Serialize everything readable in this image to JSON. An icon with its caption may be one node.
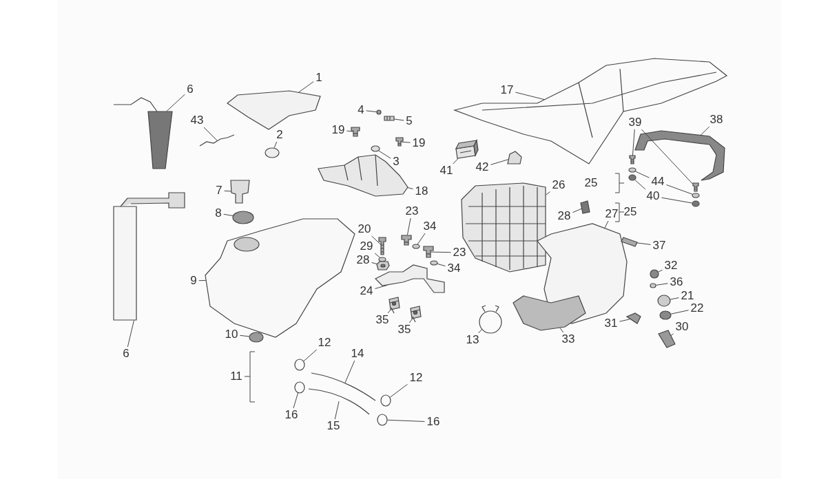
{
  "diagram": {
    "nodes": [
      {
        "text": [
          "1"
        ]
      },
      {
        "text": [
          "6"
        ]
      },
      {
        "text": [
          "17"
        ]
      },
      {
        "text": [
          "4"
        ]
      },
      {
        "text": [
          "5"
        ]
      },
      {
        "text": [
          "38"
        ]
      },
      {
        "text": [
          "39"
        ]
      },
      {
        "text": [
          "43"
        ]
      },
      {
        "text": [
          "2"
        ]
      },
      {
        "text": [
          "19"
        ]
      },
      {
        "text": [
          "19"
        ]
      },
      {
        "text": [
          "3"
        ]
      },
      {
        "text": [
          "41"
        ]
      },
      {
        "text": [
          "42"
        ]
      },
      {
        "text": [
          "44"
        ]
      },
      {
        "text": [
          "7"
        ]
      },
      {
        "text": [
          "18"
        ]
      },
      {
        "text": [
          "26"
        ]
      },
      {
        "text": [
          "40"
        ]
      },
      {
        "text": [
          "8"
        ]
      },
      {
        "text": [
          "28"
        ]
      },
      {
        "text": [
          "27"
        ]
      },
      {
        "text": [
          "23"
        ]
      },
      {
        "text": [
          "20"
        ]
      },
      {
        "text": [
          "34"
        ]
      },
      {
        "text": [
          "29"
        ]
      },
      {
        "text": [
          "23"
        ]
      },
      {
        "text": [
          "37"
        ]
      },
      {
        "text": [
          "28"
        ]
      },
      {
        "text": [
          "34"
        ]
      },
      {
        "text": [
          "9"
        ]
      },
      {
        "text": [
          "32"
        ]
      },
      {
        "text": [
          "36"
        ]
      },
      {
        "text": [
          "24"
        ]
      },
      {
        "text": [
          "21"
        ]
      },
      {
        "text": [
          "35"
        ]
      },
      {
        "text": [
          "22"
        ]
      },
      {
        "text": [
          "35"
        ]
      },
      {
        "text": [
          "13"
        ]
      },
      {
        "text": [
          "33"
        ]
      },
      {
        "text": [
          "31"
        ]
      },
      {
        "text": [
          "30"
        ]
      },
      {
        "text": [
          "6"
        ]
      },
      {
        "text": [
          "10"
        ]
      },
      {
        "text": [
          "12"
        ]
      },
      {
        "text": [
          "14"
        ]
      },
      {
        "text": [
          "12"
        ]
      },
      {
        "text": [
          "16"
        ]
      },
      {
        "text": [
          "15"
        ]
      },
      {
        "text": [
          "16"
        ]
      },
      {
        "text": [],
        "shape": "picture"
      },
      {
        "text": [],
        "shape": "picture"
      },
      {
        "text": [],
        "shape": "picture"
      },
      {
        "text": [],
        "shape": "picture"
      },
      {
        "text": [],
        "shape": "picture"
      },
      {
        "text": [],
        "shape": "picture"
      },
      {
        "text": [],
        "shape": "picture"
      },
      {
        "text": [],
        "shape": "picture"
      },
      {
        "text": [],
        "shape": "picture"
      },
      {
        "text": [],
        "shape": "picture"
      },
      {
        "text": [],
        "shape": "picture"
      },
      {
        "text": [],
        "shape": "picture"
      },
      {
        "text": [],
        "shape": "picture"
      },
      {
        "text": [],
        "shape": "picture"
      },
      {
        "text": [],
        "shape": "picture"
      },
      {
        "text": [],
        "shape": "picture"
      },
      {
        "text": [],
        "shape": "picture"
      },
      {
        "text": [],
        "shape": "picture"
      },
      {
        "text": [],
        "shape": "picture"
      },
      {
        "text": [],
        "shape": "picture"
      },
      {
        "text": [],
        "shape": "picture"
      },
      {
        "text": [],
        "shape": "picture"
      },
      {
        "text": [],
        "shape": "picture"
      },
      {
        "text": [],
        "shape": "picture"
      },
      {
        "text": [],
        "shape": "picture"
      },
      {
        "text": [],
        "shape": "picture"
      },
      {
        "text": [],
        "shape": "picture"
      },
      {
        "text": [],
        "shape": "picture"
      },
      {
        "text": [],
        "shape": "picture"
      },
      {
        "text": [],
        "shape": "picture"
      },
      {
        "text": [],
        "shape": "picture"
      },
      {
        "text": [],
        "shape": "picture"
      },
      {
        "text": [],
        "shape": "picture"
      },
      {
        "text": [],
        "shape": "picture"
      },
      {
        "text": [],
        "shape": "picture"
      },
      {
        "text": [],
        "shape": "picture"
      },
      {
        "text": [],
        "shape": "picture"
      },
      {
        "text": [],
        "shape": "picture"
      },
      {
        "text": [],
        "shape": "picture"
      },
      {
        "text": [],
        "shape": "picture"
      },
      {
        "text": [],
        "shape": "picture"
      },
      {
        "text": [],
        "shape": "picture"
      },
      {
        "text": [],
        "shape": "picture"
      },
      {
        "text": [],
        "shape": "picture"
      },
      {
        "text": [],
        "shape": "picture"
      },
      {
        "text": [],
        "shape": "picture"
      },
      {
        "text": [],
        "shape": "picture"
      },
      {
        "text": [],
        "shape": "picture"
      },
      {
        "text": [],
        "shape": "picture"
      },
      {
        "text": [],
        "shape": "picture"
      },
      {
        "text": [],
        "shape": "picture"
      },
      {
        "text": [],
        "shape": "picture"
      },
      {
        "text": [],
        "shape": "picture"
      }
    ],
    "edges": [
      {
        "from": 0,
        "to": 50,
        "arrow": "none"
      },
      {
        "from": 1,
        "to": 51,
        "arrow": "none"
      },
      {
        "from": 2,
        "to": 52,
        "arrow": "none"
      },
      {
        "from": 3,
        "to": 53,
        "arrow": "none"
      },
      {
        "from": 4,
        "to": 54,
        "arrow": "none"
      },
      {
        "from": 5,
        "to": 55,
        "arrow": "none"
      },
      {
        "from": 6,
        "to": 56,
        "arrow": "none"
      },
      {
        "from": 6,
        "to": 57,
        "arrow": "none"
      },
      {
        "from": 7,
        "to": 58,
        "arrow": "none"
      },
      {
        "from": 8,
        "to": 59,
        "arrow": "none"
      },
      {
        "from": 9,
        "to": 60,
        "arrow": "none"
      },
      {
        "from": 10,
        "to": 61,
        "arrow": "none"
      },
      {
        "from": 11,
        "to": 62,
        "arrow": "none"
      },
      {
        "from": 12,
        "to": 63,
        "arrow": "none"
      },
      {
        "from": 13,
        "to": 64,
        "arrow": "none"
      },
      {
        "from": 14,
        "to": 65,
        "arrow": "none"
      },
      {
        "from": 14,
        "to": 66,
        "arrow": "none"
      },
      {
        "from": 15,
        "to": 67,
        "arrow": "none"
      },
      {
        "from": 16,
        "to": 68,
        "arrow": "none"
      },
      {
        "from": 17,
        "to": 69,
        "arrow": "none"
      },
      {
        "from": 18,
        "to": 70,
        "arrow": "none"
      },
      {
        "from": 18,
        "to": 71,
        "arrow": "none"
      },
      {
        "from": 19,
        "to": 72,
        "arrow": "none"
      },
      {
        "from": 20,
        "to": 73,
        "arrow": "none"
      },
      {
        "from": 21,
        "to": 74,
        "arrow": "none"
      },
      {
        "from": 22,
        "to": 75,
        "arrow": "none"
      },
      {
        "from": 23,
        "to": 76,
        "arrow": "none"
      },
      {
        "from": 24,
        "to": 77,
        "arrow": "none"
      },
      {
        "from": 25,
        "to": 78,
        "arrow": "none"
      },
      {
        "from": 26,
        "to": 79,
        "arrow": "none"
      },
      {
        "from": 27,
        "to": 80,
        "arrow": "none"
      },
      {
        "from": 28,
        "to": 81,
        "arrow": "none"
      },
      {
        "from": 29,
        "to": 82,
        "arrow": "none"
      },
      {
        "from": 30,
        "to": 83,
        "arrow": "none"
      },
      {
        "from": 31,
        "to": 84,
        "arrow": "none"
      },
      {
        "from": 32,
        "to": 85,
        "arrow": "none"
      },
      {
        "from": 33,
        "to": 86,
        "arrow": "none"
      },
      {
        "from": 34,
        "to": 87,
        "arrow": "none"
      },
      {
        "from": 35,
        "to": 88,
        "arrow": "none"
      },
      {
        "from": 36,
        "to": 89,
        "arrow": "none"
      },
      {
        "from": 37,
        "to": 90,
        "arrow": "none"
      },
      {
        "from": 38,
        "to": 91,
        "arrow": "none"
      },
      {
        "from": 39,
        "to": 92,
        "arrow": "none"
      },
      {
        "from": 40,
        "to": 93,
        "arrow": "none"
      },
      {
        "from": 41,
        "to": 94,
        "arrow": "none"
      },
      {
        "from": 42,
        "to": 95,
        "arrow": "none"
      },
      {
        "from": 43,
        "to": 96,
        "arrow": "none"
      },
      {
        "from": 44,
        "to": 97,
        "arrow": "none"
      },
      {
        "from": 45,
        "to": 98,
        "arrow": "none"
      },
      {
        "from": 46,
        "to": 99,
        "arrow": "none"
      },
      {
        "from": 47,
        "to": 100,
        "arrow": "none"
      },
      {
        "from": 48,
        "to": 101,
        "arrow": "none"
      },
      {
        "from": 49,
        "to": 102,
        "arrow": "none"
      }
    ],
    "labels": [
      "25",
      "25",
      "11"
    ]
  }
}
